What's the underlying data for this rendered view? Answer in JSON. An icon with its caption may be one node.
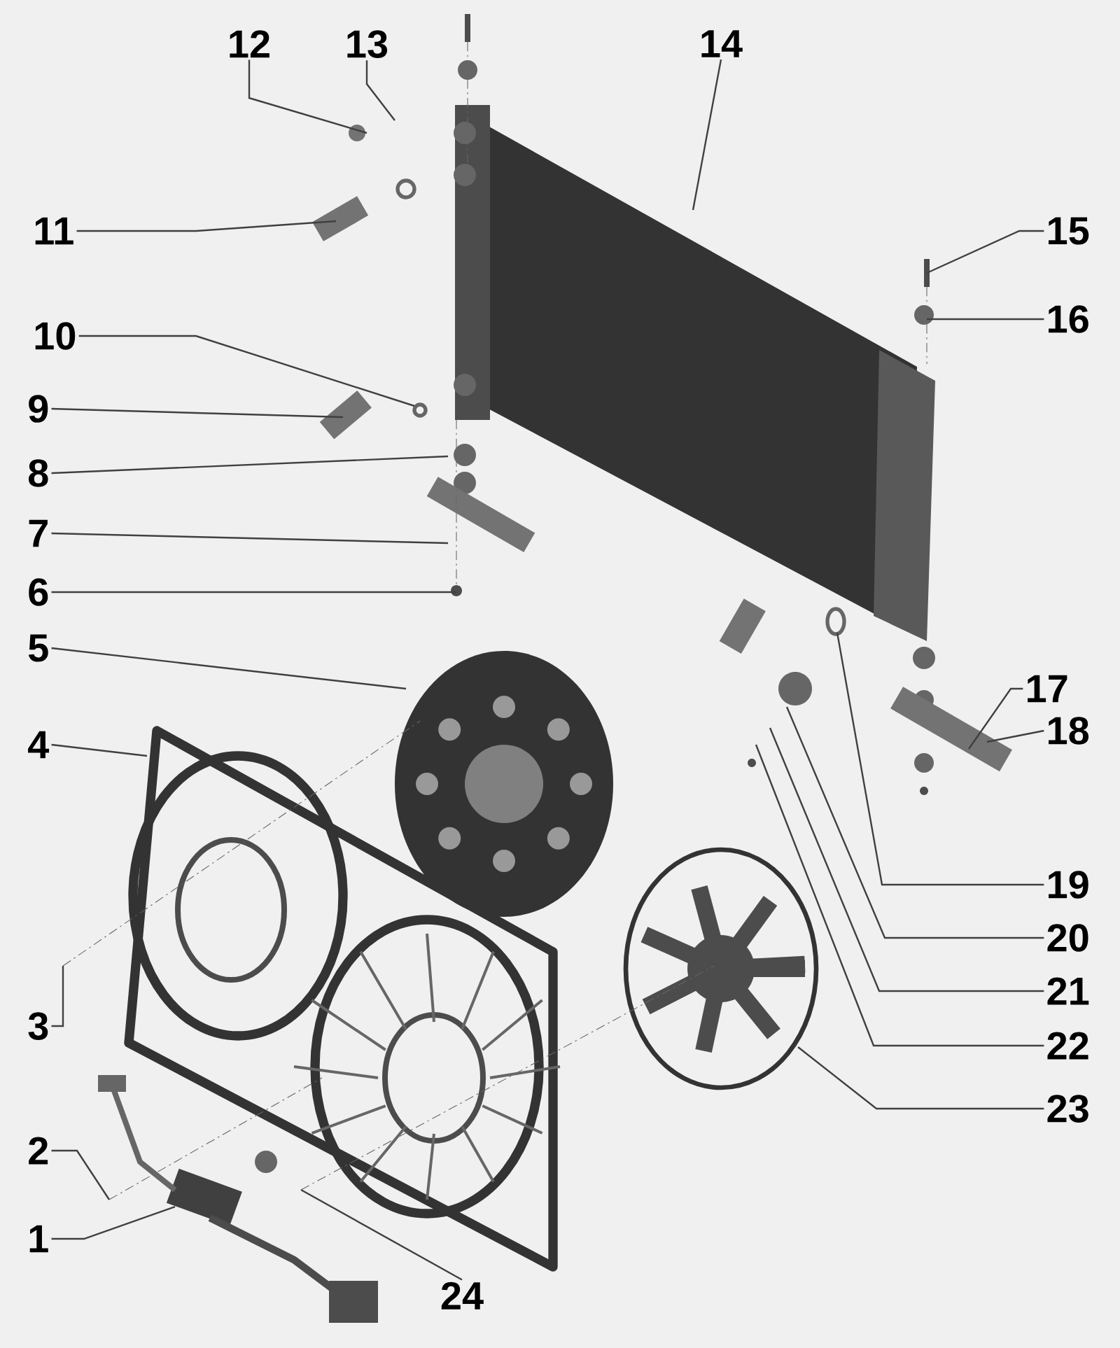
{
  "diagram": {
    "nodes": [
      {
        "text": [
          "1"
        ]
      },
      {
        "text": [
          "2"
        ]
      },
      {
        "text": [
          "3"
        ]
      },
      {
        "text": [
          "4"
        ]
      },
      {
        "text": [
          "5"
        ]
      },
      {
        "text": [
          "6"
        ]
      },
      {
        "text": [
          "7"
        ]
      },
      {
        "text": [
          "8"
        ]
      },
      {
        "text": [
          "9"
        ]
      },
      {
        "text": [
          "10"
        ]
      },
      {
        "text": [
          "11"
        ]
      },
      {
        "text": [
          "12"
        ]
      },
      {
        "text": [
          "13"
        ]
      },
      {
        "text": [
          "14"
        ]
      },
      {
        "text": [
          "15"
        ]
      },
      {
        "text": [
          "16"
        ]
      },
      {
        "text": [
          "17"
        ]
      },
      {
        "text": [
          "18"
        ]
      },
      {
        "text": [
          "19"
        ]
      },
      {
        "text": [
          "20"
        ]
      },
      {
        "text": [
          "21"
        ]
      },
      {
        "text": [
          "22"
        ]
      },
      {
        "text": [
          "23"
        ]
      },
      {
        "text": [
          "24"
        ]
      }
    ],
    "edges": [
      {
        "from": 0,
        "to": null,
        "arrow": "none"
      },
      {
        "from": 1,
        "to": null,
        "arrow": "none"
      },
      {
        "from": 2,
        "to": null,
        "arrow": "none"
      },
      {
        "from": 3,
        "to": null,
        "arrow": "none"
      },
      {
        "from": 4,
        "to": null,
        "arrow": "none"
      },
      {
        "from": 5,
        "to": null,
        "arrow": "none"
      },
      {
        "from": 6,
        "to": null,
        "arrow": "none"
      },
      {
        "from": 7,
        "to": null,
        "arrow": "none"
      },
      {
        "from": 8,
        "to": null,
        "arrow": "none"
      },
      {
        "from": 9,
        "to": null,
        "arrow": "none"
      },
      {
        "from": 10,
        "to": null,
        "arrow": "none"
      },
      {
        "from": 11,
        "to": null,
        "arrow": "none"
      },
      {
        "from": 12,
        "to": null,
        "arrow": "none"
      },
      {
        "from": 13,
        "to": null,
        "arrow": "none"
      },
      {
        "from": 14,
        "to": null,
        "arrow": "none"
      },
      {
        "from": 15,
        "to": null,
        "arrow": "none"
      },
      {
        "from": 16,
        "to": null,
        "arrow": "none"
      },
      {
        "from": 17,
        "to": null,
        "arrow": "none"
      },
      {
        "from": 18,
        "to": null,
        "arrow": "none"
      },
      {
        "from": 19,
        "to": null,
        "arrow": "none"
      },
      {
        "from": 20,
        "to": null,
        "arrow": "none"
      },
      {
        "from": 21,
        "to": null,
        "arrow": "none"
      },
      {
        "from": 22,
        "to": null,
        "arrow": "none"
      },
      {
        "from": 23,
        "to": null,
        "arrow": "none"
      }
    ]
  }
}
